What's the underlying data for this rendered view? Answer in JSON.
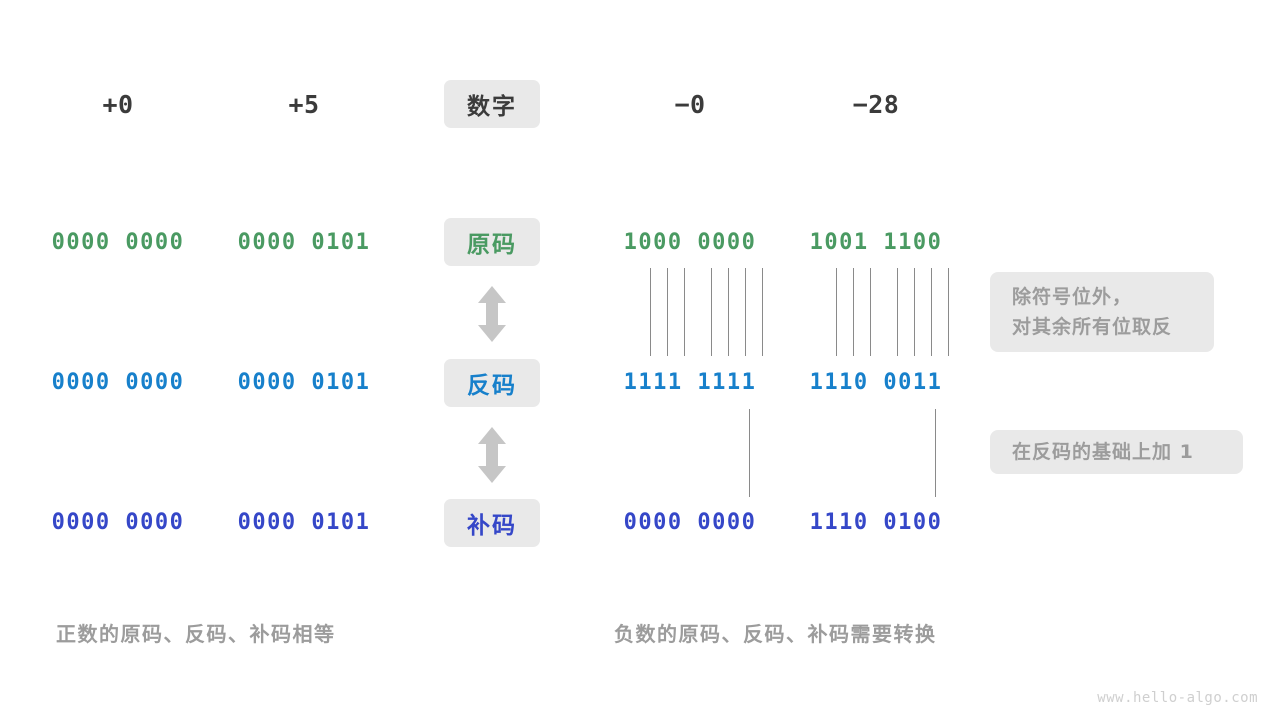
{
  "diagram": {
    "title_row": {
      "label_badge": "数字",
      "columns": [
        "+0",
        "+5",
        "−0",
        "−28"
      ]
    },
    "row_labels": {
      "sign_magnitude": "原码",
      "ones_complement": "反码",
      "twos_complement": "补码"
    },
    "rows": [
      {
        "key": "sign_magnitude",
        "badge": "原码",
        "values": [
          "0000 0000",
          "0000 0101",
          "1000 0000",
          "1001 1100"
        ]
      },
      {
        "key": "ones_complement",
        "badge": "反码",
        "values": [
          "0000 0000",
          "0000 0101",
          "1111 1111",
          "1110 0011"
        ]
      },
      {
        "key": "twos_complement",
        "badge": "补码",
        "values": [
          "0000 0000",
          "0000 0101",
          "0000 0000",
          "1110 0100"
        ]
      }
    ],
    "notes": [
      {
        "key": "invert-note",
        "lines": [
          "除符号位外，",
          "对其余所有位取反"
        ]
      },
      {
        "key": "plus-one-note",
        "lines": [
          "在反码的基础上加 1"
        ]
      }
    ],
    "captions": {
      "positive": "正数的原码、反码、补码相等",
      "negative": "负数的原码、反码、补码需要转换"
    },
    "watermark": "www.hello-algo.com",
    "colors": {
      "sign_magnitude": "#4a9a62",
      "ones_complement": "#1780cb",
      "twos_complement": "#3547c8",
      "badge_bg": "#e9e9e9",
      "note_text": "#9c9c9c",
      "connector": "#8a8a8a",
      "arrow": "#c6c6c6",
      "heading": "#3b3b3b"
    }
  }
}
